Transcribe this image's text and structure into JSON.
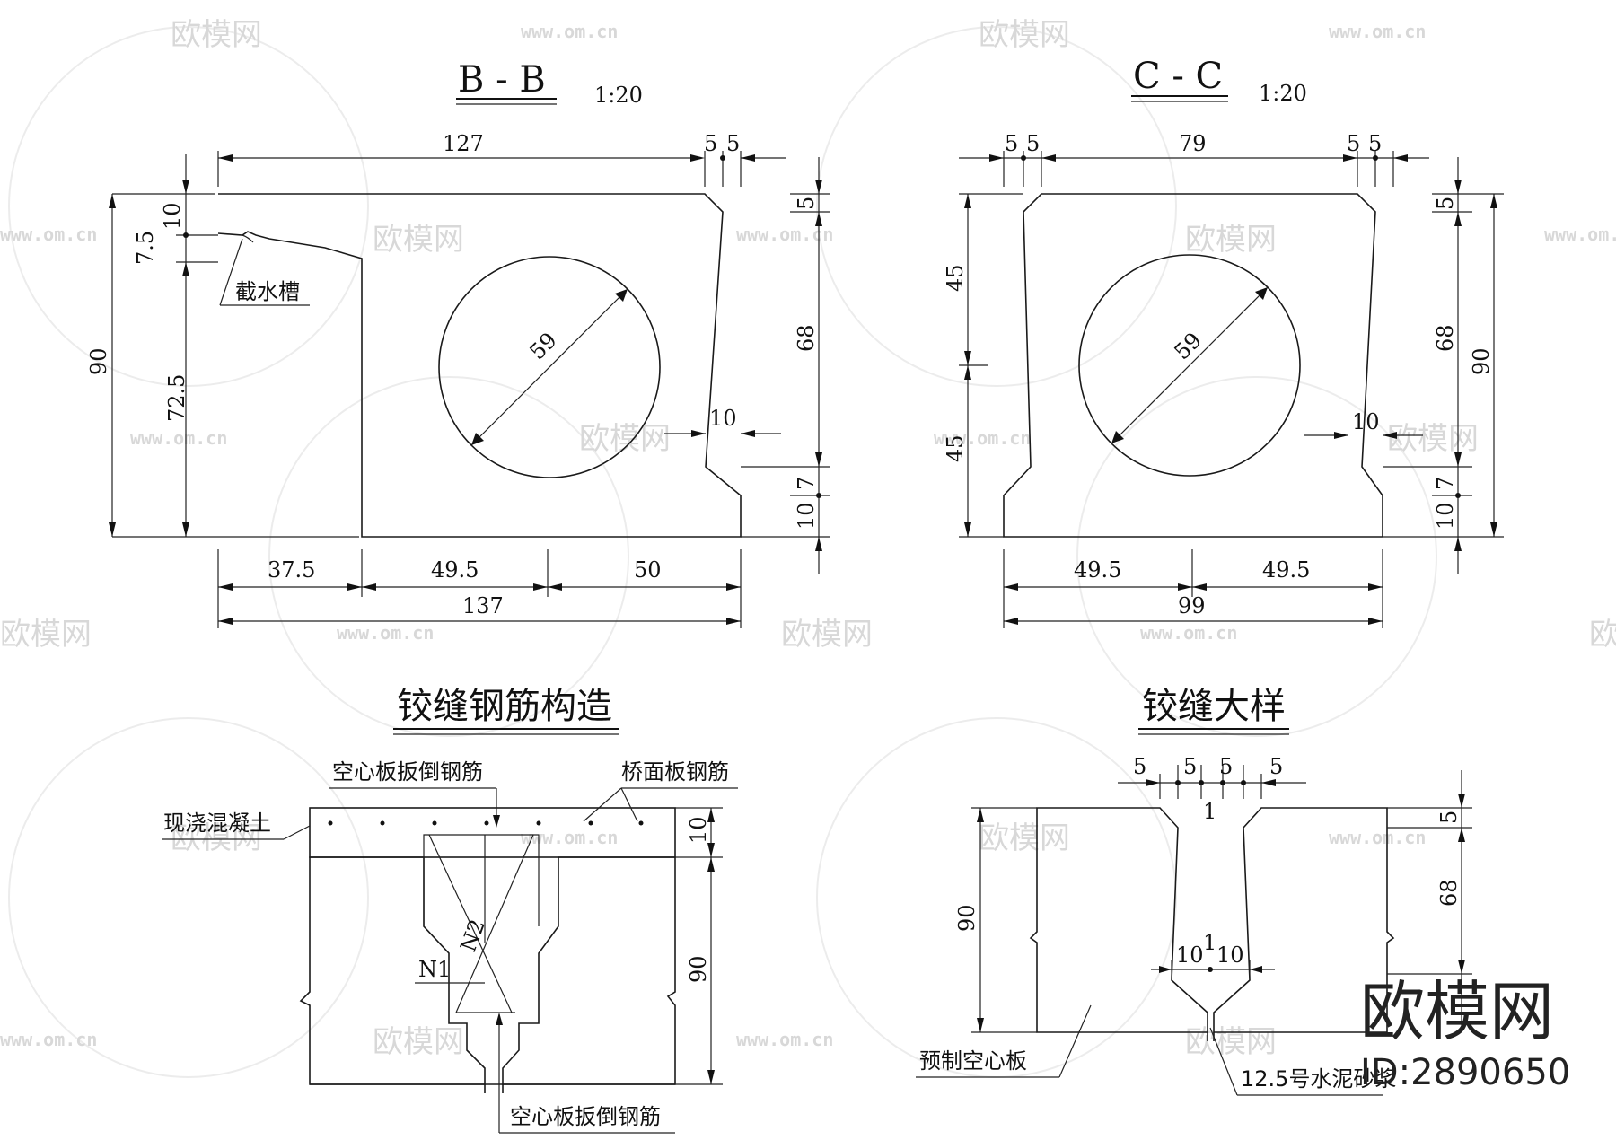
{
  "sections": {
    "bb": {
      "title": "B - B",
      "scale": "1:20"
    },
    "cc": {
      "title": "C - C",
      "scale": "1:20"
    },
    "rebar": {
      "title": "铰缝钢筋构造"
    },
    "detail": {
      "title": "铰缝大样"
    }
  },
  "bb_dims": {
    "top_width": "127",
    "top_right_a": "5",
    "top_right_b": "5",
    "left_10": "10",
    "left_7_5": "7.5",
    "left_72_5": "72.5",
    "left_90": "90",
    "circle": "59",
    "right_5": "5",
    "right_68": "68",
    "right_10_key": "10",
    "right_7": "7",
    "right_10": "10",
    "bot_37_5": "37.5",
    "bot_49_5": "49.5",
    "bot_50": "50",
    "bot_137": "137",
    "drip_label": "截水槽"
  },
  "cc_dims": {
    "top_left_a": "5",
    "top_left_b": "5",
    "top_width": "79",
    "top_right_a": "5",
    "top_right_b": "5",
    "left_45_top": "45",
    "left_45_bot": "45",
    "circle": "59",
    "right_5": "5",
    "right_68": "68",
    "right_90": "90",
    "right_10_key": "10",
    "right_7": "7",
    "right_10": "10",
    "bot_49_5_l": "49.5",
    "bot_49_5_r": "49.5",
    "bot_99": "99"
  },
  "rebar_labels": {
    "flip_top": "空心板扳倒钢筋",
    "deck": "桥面板钢筋",
    "concrete": "现浇混凝土",
    "n1": "N1",
    "n2": "N2",
    "dim_10": "10",
    "dim_90": "90",
    "flip_bottom": "空心板扳倒钢筋"
  },
  "detail_labels": {
    "top_5a": "5",
    "top_5b": "5",
    "top_5c": "5",
    "top_5d": "5",
    "slope_1_top": "1",
    "slope_1_mid": "1",
    "mid_10a": "10",
    "mid_10b": "10",
    "left_90": "90",
    "right_5": "5",
    "right_68": "68",
    "slab": "预制空心板",
    "mortar": "12.5号水泥砂浆"
  },
  "watermark": {
    "brand": "欧模网",
    "url": "www.om.cn"
  },
  "brand_stamp": {
    "name": "欧模网",
    "id": "ID:2890650"
  }
}
